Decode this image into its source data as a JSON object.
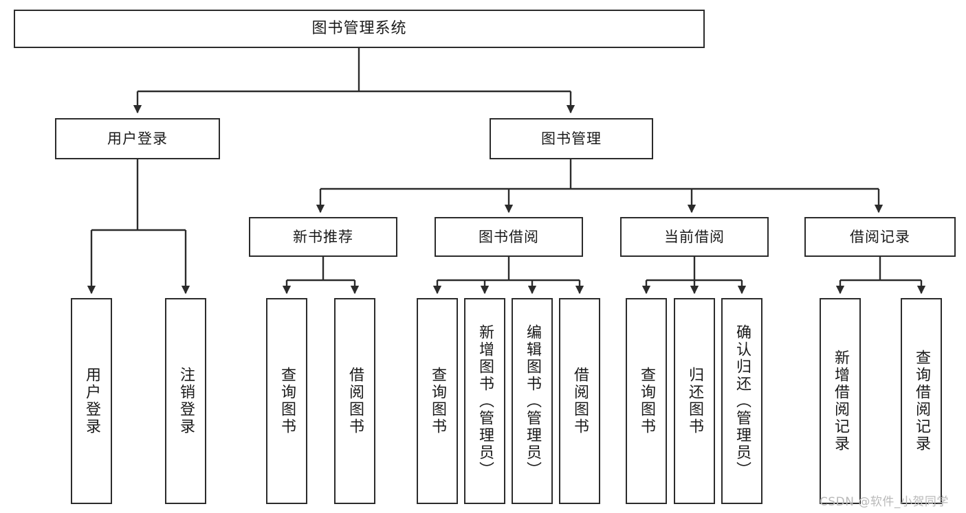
{
  "diagram": {
    "title": "图书管理系统",
    "type": "tree-hierarchy",
    "orientation": "top-down",
    "colors": {
      "box_border": "#2b2b2b",
      "box_fill": "#ffffff",
      "edge": "#2b2b2b",
      "text": "#1a1a1a",
      "watermark": "#b9b9b9",
      "background": "#ffffff"
    },
    "watermark": "CSDN @软件_小贺同学",
    "nodes": {
      "root": {
        "label": "图书管理系统"
      },
      "level2": [
        {
          "id": "user-login",
          "label": "用户登录"
        },
        {
          "id": "book-manage",
          "label": "图书管理"
        }
      ],
      "level3": [
        {
          "id": "new-book-rec",
          "label": "新书推荐"
        },
        {
          "id": "book-borrow",
          "label": "图书借阅"
        },
        {
          "id": "current-borrow",
          "label": "当前借阅"
        },
        {
          "id": "borrow-record",
          "label": "借阅记录"
        }
      ],
      "leaves": {
        "user-login": [
          {
            "id": "leaf-user-login",
            "label": "用户登录"
          },
          {
            "id": "leaf-logout-login",
            "label": "注销登录"
          }
        ],
        "new-book-rec": [
          {
            "id": "leaf-query-book-1",
            "label": "查询图书"
          },
          {
            "id": "leaf-borrow-book-1",
            "label": "借阅图书"
          }
        ],
        "book-borrow": [
          {
            "id": "leaf-query-book-2",
            "label": "查询图书"
          },
          {
            "id": "leaf-add-book",
            "label": "新增图书（管理员）"
          },
          {
            "id": "leaf-edit-book",
            "label": "编辑图书（管理员）"
          },
          {
            "id": "leaf-borrow-book-2",
            "label": "借阅图书"
          }
        ],
        "current-borrow": [
          {
            "id": "leaf-query-book-3",
            "label": "查询图书"
          },
          {
            "id": "leaf-return-book",
            "label": "归还图书"
          },
          {
            "id": "leaf-confirm-return",
            "label": "确认归还（管理员）"
          }
        ],
        "borrow-record": [
          {
            "id": "leaf-add-record",
            "label": "新增借阅记录"
          },
          {
            "id": "leaf-query-record",
            "label": "查询借阅记录"
          }
        ]
      }
    }
  }
}
